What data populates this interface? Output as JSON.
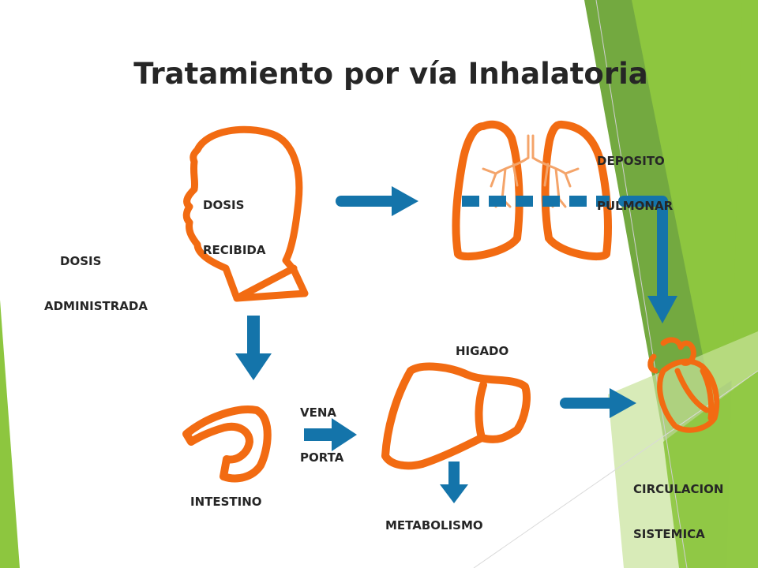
{
  "slide": {
    "title": "Tratamiento por vía Inhalatoria"
  },
  "labels": {
    "dosis_administrada_1": "DOSIS",
    "dosis_administrada_2": "ADMINISTRADA",
    "dosis_recibida_1": "DOSIS",
    "dosis_recibida_2": "RECIBIDA",
    "deposito_pulmonar_1": "DEPOSITO",
    "deposito_pulmonar_2": "PULMONAR",
    "higado": "HIGADO",
    "vena_porta_1": "VENA",
    "vena_porta_2": "PORTA",
    "intestino": "INTESTINO",
    "metabolismo": "METABOLISMO",
    "circulacion_sistemica_1": "CIRCULACION",
    "circulacion_sistemica_2": "SISTEMICA"
  },
  "colors": {
    "organ_outline": "#f26b12",
    "arrow": "#1474aa",
    "accent_green_light": "#8dc63f",
    "accent_green_dark": "#5b9a1f",
    "text": "#262626"
  },
  "icons": [
    "head-profile-icon",
    "lungs-icon",
    "intestine-icon",
    "liver-icon",
    "heart-icon"
  ]
}
